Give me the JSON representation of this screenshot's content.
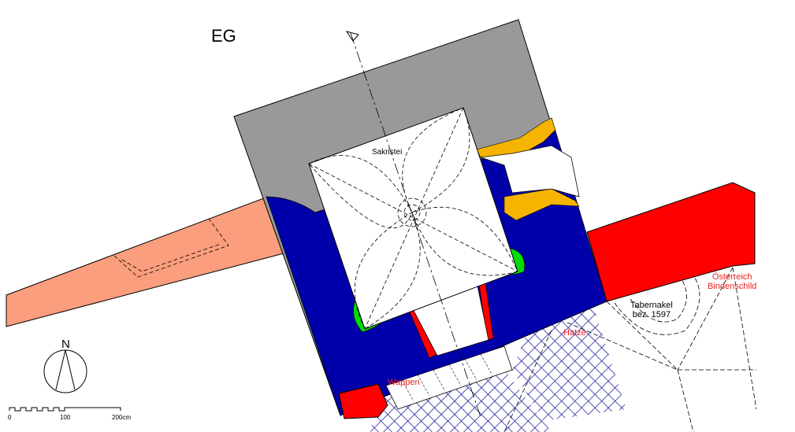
{
  "plan": {
    "title": "EG",
    "room_label": "Sakristei",
    "tabernakel_line1": "Tabernakel",
    "tabernakel_line2": "bez. 1597",
    "oesterreich_line1": "Österreich",
    "oesterreich_line2": "Bindenschild",
    "wappen": "Wappen",
    "hatze": "Hatze"
  },
  "north_arrow": {
    "label": "N"
  },
  "scale_bar": {
    "ticks": [
      "0",
      "100",
      "200cm"
    ]
  },
  "colors": {
    "gray": "#999999",
    "blue": "#0000aa",
    "salmon": "#fa9e7d",
    "red": "#ff0000",
    "green": "#00dd00",
    "yellow": "#f5b400",
    "hatch": "#1a1a9a"
  }
}
